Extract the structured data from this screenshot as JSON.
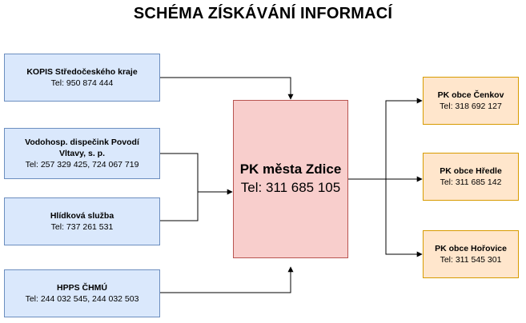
{
  "title": "SCHÉMA ZÍSKÁVÁNÍ INFORMACÍ",
  "colors": {
    "source_fill": "#dae8fc",
    "source_stroke": "#6c8ebf",
    "center_fill": "#f8cecc",
    "center_stroke": "#b85450",
    "target_fill": "#ffe6cc",
    "target_stroke": "#d79b00"
  },
  "sources": [
    {
      "name": "KOPIS Středočeského kraje",
      "tel": "Tel: 950 874 444"
    },
    {
      "name_line1": "Vodohosp. dispečink Povodí",
      "name_line2": "Vltavy, s. p.",
      "tel": "Tel: 257 329 425, 724 067 719"
    },
    {
      "name": "Hlídková služba",
      "tel": "Tel: 737 261 531"
    },
    {
      "name": "HPPS ČHMÚ",
      "tel": "Tel: 244 032 545, 244 032 503"
    }
  ],
  "center": {
    "name": "PK města Zdice",
    "tel": "Tel: 311 685 105"
  },
  "targets": [
    {
      "name": "PK obce Čenkov",
      "tel": "Tel: 318 692 127"
    },
    {
      "name": "PK obce Hředle",
      "tel": "Tel: 311 685 142"
    },
    {
      "name": "PK obce Hořovice",
      "tel": "Tel: 311 545 301"
    }
  ]
}
